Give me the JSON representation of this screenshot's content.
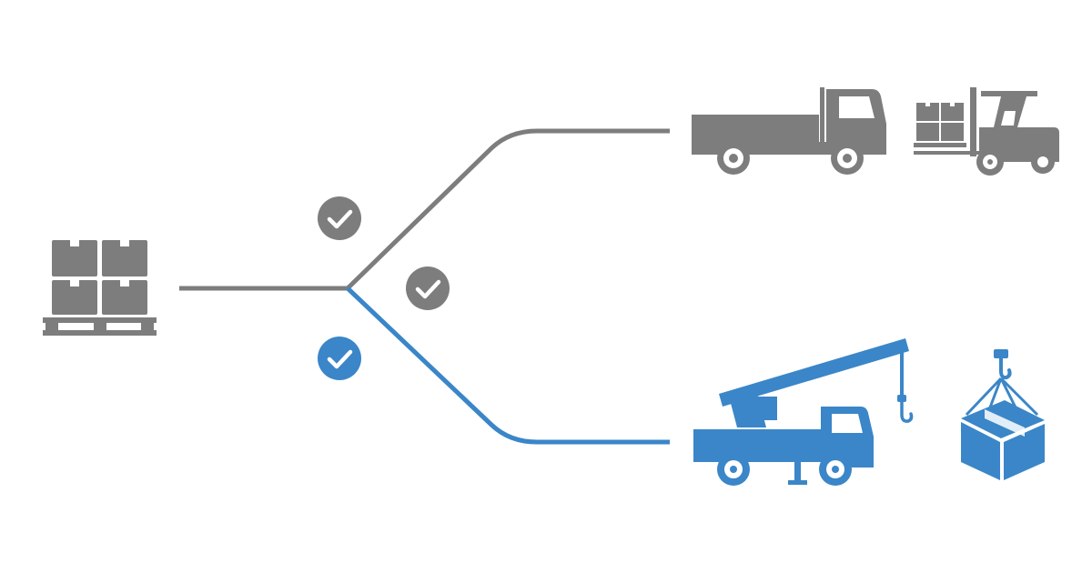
{
  "colors": {
    "gray": "#7d7d7d",
    "blue": "#3a86c8",
    "background": "#ffffff",
    "check_mark": "#ffffff"
  },
  "icons": {
    "source": "pallet-boxes-icon",
    "upper_vehicle": "flatbed-truck-icon",
    "upper_destination": "forklift-with-pallet-icon",
    "lower_vehicle": "crane-truck-icon",
    "lower_destination": "hoisted-box-icon",
    "check": "checkmark-circle-icon"
  },
  "paths": {
    "upper": {
      "color_key": "gray",
      "checks": 2
    },
    "lower": {
      "color_key": "blue",
      "checks": 1,
      "highlighted": true
    }
  }
}
